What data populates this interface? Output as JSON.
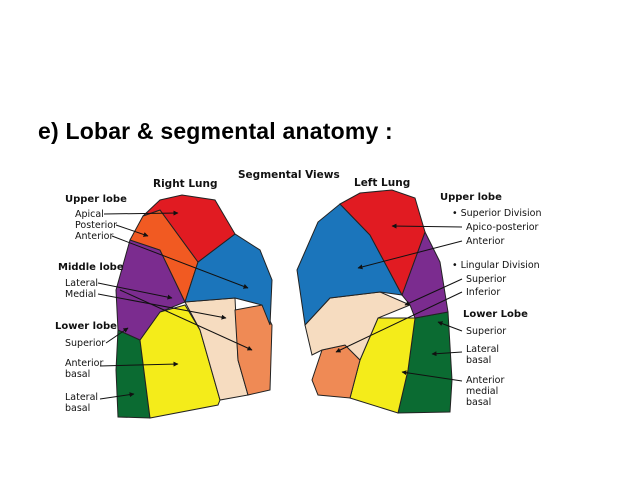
{
  "slide": {
    "title": "e) Lobar & segmental anatomy :"
  },
  "diagram": {
    "title": "Segmental Views",
    "right_lung": {
      "heading": "Right Lung",
      "upper_lobe": "Upper lobe",
      "apical": "Apical",
      "posterior": "Posterior",
      "anterior": "Anterior",
      "middle_lobe": "Middle lobe",
      "lateral": "Lateral",
      "medial": "Medial",
      "lower_lobe": "Lower lobe",
      "superior": "Superior",
      "anterior_basal_1": "Anterior",
      "anterior_basal_2": "basal",
      "lateral_basal_1": "Lateral",
      "lateral_basal_2": "basal"
    },
    "left_lung": {
      "heading": "Left Lung",
      "upper_lobe": "Upper lobe",
      "superior_division": "• Superior Division",
      "apico_posterior": "Apico-posterior",
      "anterior": "Anterior",
      "lingular_division": "• Lingular Division",
      "superior": "Superior",
      "inferior": "Inferior",
      "lower_lobe": "Lower Lobe",
      "lower_superior": "Superior",
      "lateral_basal_1": "Lateral",
      "lateral_basal_2": "basal",
      "ant_med_basal_1": "Anterior",
      "ant_med_basal_2": "medial",
      "ant_med_basal_3": "basal"
    },
    "colors": {
      "red": "#e11b22",
      "orange": "#f15a22",
      "blue": "#1b75bb",
      "purple": "#7b2c8f",
      "peach": "#f6dcc0",
      "salmon": "#ef8a55",
      "yellow": "#f4ec1a",
      "green": "#0b6b32"
    }
  }
}
